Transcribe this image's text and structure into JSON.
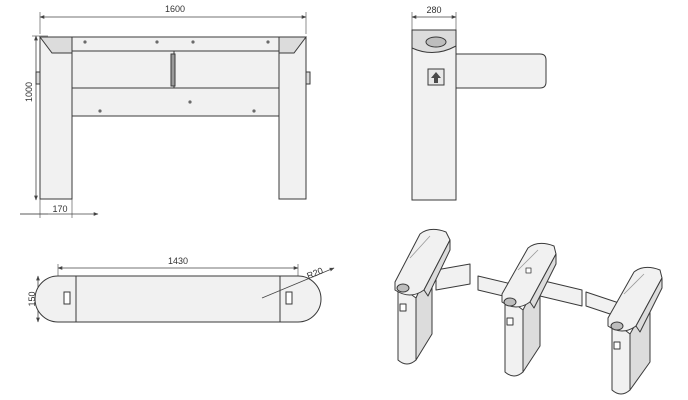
{
  "colors": {
    "line": "#3a3a3a",
    "dim": "#444444",
    "body_fill": "#f1f1f1",
    "shade_fill": "#dcdcdc",
    "dark_fill": "#9a9a9a"
  },
  "front_view": {
    "width_label": "1600",
    "height_label": "1000",
    "leg_label": "170"
  },
  "side_view": {
    "width_label": "280",
    "arrow_icon": "up-arrow-icon"
  },
  "top_view": {
    "length_label": "1430",
    "depth_label": "150",
    "radius_label": "R20"
  }
}
